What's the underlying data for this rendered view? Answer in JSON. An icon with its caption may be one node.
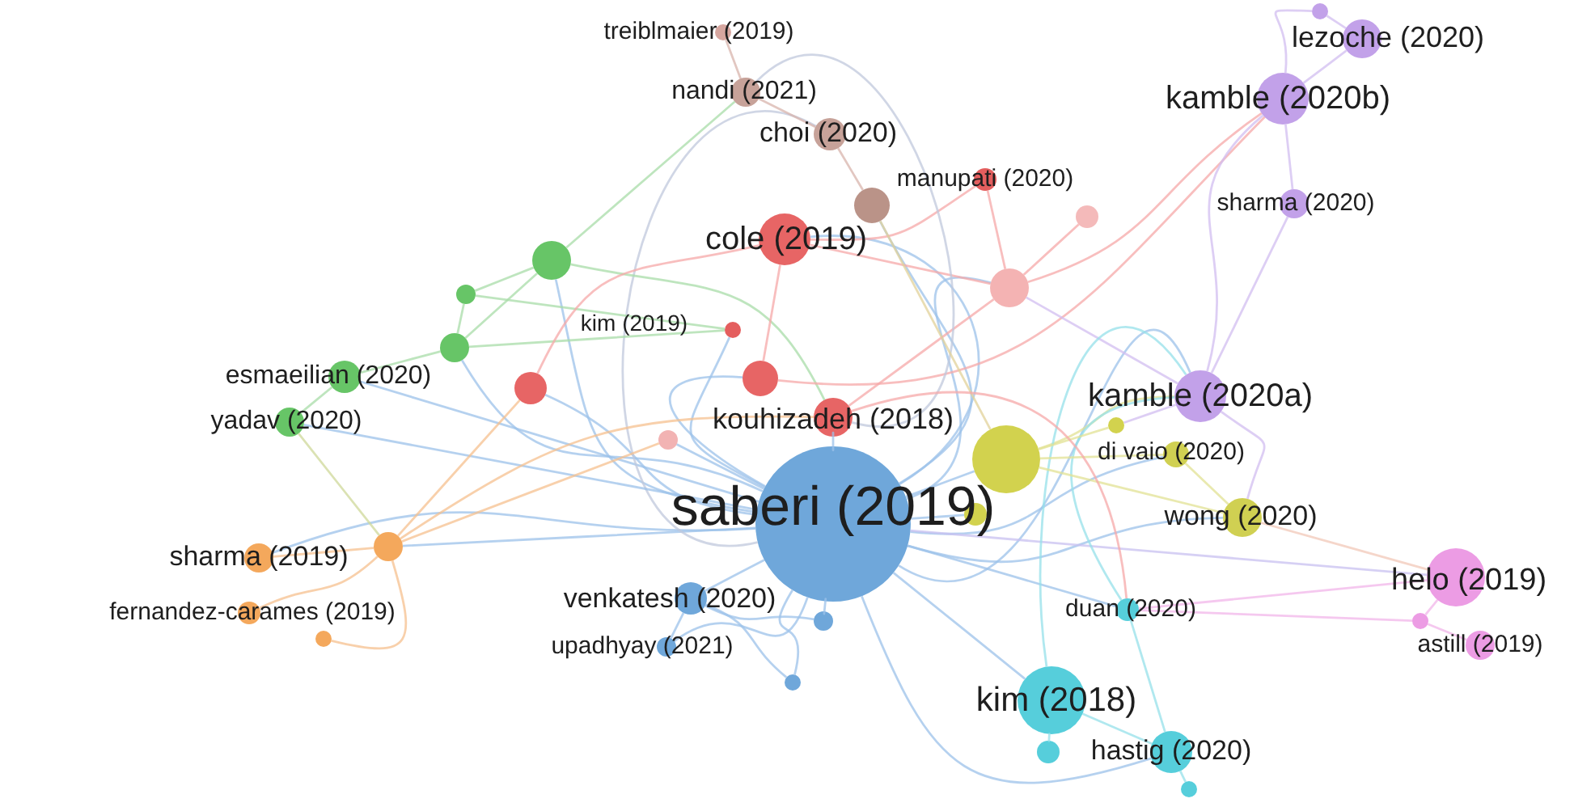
{
  "diagram": {
    "nodes": [
      {
        "text": [
          "treiblmaier (2019)"
        ]
      },
      {
        "text": [
          "nandi (2021)"
        ]
      },
      {
        "text": [
          "choi (2020)"
        ]
      },
      {
        "text": [
          "manupati (2020)"
        ]
      },
      {
        "text": [
          "lezoche (2020)"
        ]
      },
      {
        "text": [
          "kamble (2020b)"
        ]
      },
      {
        "text": [
          "sharma (2020)"
        ]
      },
      {
        "text": [
          "cole (2019)"
        ]
      },
      {
        "text": [
          "kim (2019)"
        ]
      },
      {
        "text": [
          "esmaeilian (2020)"
        ]
      },
      {
        "text": [
          "yadav (2020)"
        ]
      },
      {
        "text": [
          "kouhizadeh (2018)"
        ]
      },
      {
        "text": [
          "kamble (2020a)"
        ]
      },
      {
        "text": [
          "di vaio (2020)"
        ]
      },
      {
        "text": [
          "saberi (2019)"
        ]
      },
      {
        "text": [
          "wong (2020)"
        ]
      },
      {
        "text": [
          "sharma (2019)"
        ]
      },
      {
        "text": [
          "helo (2019)"
        ]
      },
      {
        "text": [
          "fernandez-carames (2019)"
        ]
      },
      {
        "text": [
          "venkatesh (2020)"
        ]
      },
      {
        "text": [
          "duan (2020)"
        ]
      },
      {
        "text": [
          "astill (2019)"
        ]
      },
      {
        "text": [
          "upadhyay (2021)"
        ]
      },
      {
        "text": [
          "kim (2018)"
        ]
      },
      {
        "text": [
          "hastig (2020)"
        ]
      },
      {
        "text": [],
        "shape": "circle"
      },
      {
        "text": [],
        "shape": "circle"
      },
      {
        "text": [],
        "shape": "circle"
      },
      {
        "text": [],
        "shape": "circle"
      },
      {
        "text": [],
        "shape": "circle"
      },
      {
        "text": [],
        "shape": "circle"
      },
      {
        "text": [],
        "shape": "circle"
      },
      {
        "text": [],
        "shape": "circle"
      },
      {
        "text": [],
        "shape": "circle"
      },
      {
        "text": [],
        "shape": "circle"
      },
      {
        "text": [],
        "shape": "circle"
      },
      {
        "text": [],
        "shape": "circle"
      },
      {
        "text": [],
        "shape": "circle"
      },
      {
        "text": [],
        "shape": "circle"
      },
      {
        "text": [],
        "shape": "circle"
      },
      {
        "text": [],
        "shape": "circle"
      },
      {
        "text": [],
        "shape": "circle"
      },
      {
        "text": [],
        "shape": "circle"
      },
      {
        "text": [],
        "shape": "circle"
      },
      {
        "text": [],
        "shape": "circle"
      }
    ],
    "edges": [
      {
        "from": 14,
        "to": 11,
        "arrow": "none",
        "color": "#9cc2ea"
      },
      {
        "from": 14,
        "to": 7,
        "arrow": "none",
        "color": "#9cc2ea"
      },
      {
        "from": 14,
        "to": 19,
        "arrow": "none",
        "color": "#9cc2ea"
      },
      {
        "from": 14,
        "to": 22,
        "arrow": "none",
        "color": "#9cc2ea"
      },
      {
        "from": 14,
        "to": 23,
        "arrow": "none",
        "color": "#9cc2ea"
      },
      {
        "from": 14,
        "to": 20,
        "arrow": "none",
        "color": "#9cc2ea"
      },
      {
        "from": 14,
        "to": 15,
        "arrow": "none",
        "color": "#9cc2ea"
      },
      {
        "from": 14,
        "to": 12,
        "arrow": "none",
        "color": "#9cc2ea"
      },
      {
        "from": 14,
        "to": 34,
        "arrow": "none",
        "color": "#9cc2ea"
      },
      {
        "from": 14,
        "to": 35,
        "arrow": "none",
        "color": "#9cc2ea"
      },
      {
        "from": 14,
        "to": 13,
        "arrow": "none",
        "color": "#9cc2ea"
      },
      {
        "from": 14,
        "to": 16,
        "arrow": "none",
        "color": "#9cc2ea"
      },
      {
        "from": 14,
        "to": 37,
        "arrow": "none",
        "color": "#9cc2ea"
      },
      {
        "from": 14,
        "to": 9,
        "arrow": "none",
        "color": "#9cc2ea"
      },
      {
        "from": 14,
        "to": 27,
        "arrow": "none",
        "color": "#9cc2ea"
      },
      {
        "from": 14,
        "to": 25,
        "arrow": "none",
        "color": "#9cc2ea"
      },
      {
        "from": 14,
        "to": 28,
        "arrow": "none",
        "color": "#9cc2ea"
      },
      {
        "from": 14,
        "to": 29,
        "arrow": "none",
        "color": "#9cc2ea"
      },
      {
        "from": 14,
        "to": 30,
        "arrow": "none",
        "color": "#9cc2ea"
      },
      {
        "from": 14,
        "to": 31,
        "arrow": "none",
        "color": "#9cc2ea"
      },
      {
        "from": 14,
        "to": 24,
        "arrow": "none",
        "color": "#9cc2ea"
      },
      {
        "from": 14,
        "to": 39,
        "arrow": "none",
        "color": "#9cc2ea"
      },
      {
        "from": 14,
        "to": 40,
        "arrow": "none",
        "color": "#9cc2ea"
      },
      {
        "from": 14,
        "to": 17,
        "arrow": "none",
        "color": "#c8c0f0"
      },
      {
        "from": 14,
        "to": 2,
        "arrow": "none",
        "color": "#c0c8dc"
      },
      {
        "from": 14,
        "to": 33,
        "arrow": "none",
        "color": "#9cc2ea"
      },
      {
        "from": 14,
        "to": 8,
        "arrow": "none",
        "color": "#9cc2ea"
      },
      {
        "from": 14,
        "to": 10,
        "arrow": "none",
        "color": "#9cc2ea"
      },
      {
        "from": 37,
        "to": 16,
        "arrow": "none",
        "color": "#f6c08f"
      },
      {
        "from": 37,
        "to": 18,
        "arrow": "none",
        "color": "#f6c08f"
      },
      {
        "from": 37,
        "to": 38,
        "arrow": "none",
        "color": "#f6c08f"
      },
      {
        "from": 37,
        "to": 10,
        "arrow": "none",
        "color": "#cfd89a"
      },
      {
        "from": 37,
        "to": 28,
        "arrow": "none",
        "color": "#f6c08f"
      },
      {
        "from": 37,
        "to": 11,
        "arrow": "none",
        "color": "#f6c08f"
      },
      {
        "from": 37,
        "to": 30,
        "arrow": "none",
        "color": "#f6c08f"
      },
      {
        "from": 25,
        "to": 1,
        "arrow": "none",
        "color": "#a8dca8"
      },
      {
        "from": 25,
        "to": 26,
        "arrow": "none",
        "color": "#a8dca8"
      },
      {
        "from": 25,
        "to": 27,
        "arrow": "none",
        "color": "#a8dca8"
      },
      {
        "from": 25,
        "to": 11,
        "arrow": "none",
        "color": "#a8dca8"
      },
      {
        "from": 27,
        "to": 9,
        "arrow": "none",
        "color": "#a8dca8"
      },
      {
        "from": 27,
        "to": 26,
        "arrow": "none",
        "color": "#a8dca8"
      },
      {
        "from": 27,
        "to": 8,
        "arrow": "none",
        "color": "#a8dca8"
      },
      {
        "from": 26,
        "to": 8,
        "arrow": "none",
        "color": "#a8dca8"
      },
      {
        "from": 9,
        "to": 10,
        "arrow": "none",
        "color": "#a8dca8"
      },
      {
        "from": 7,
        "to": 31,
        "arrow": "none",
        "color": "#f5a8a8"
      },
      {
        "from": 7,
        "to": 29,
        "arrow": "none",
        "color": "#f5a8a8"
      },
      {
        "from": 7,
        "to": 3,
        "arrow": "none",
        "color": "#f5a8a8"
      },
      {
        "from": 7,
        "to": 28,
        "arrow": "none",
        "color": "#f5a8a8"
      },
      {
        "from": 3,
        "to": 31,
        "arrow": "none",
        "color": "#f5a8a8"
      },
      {
        "from": 29,
        "to": 5,
        "arrow": "none",
        "color": "#f5a8a8"
      },
      {
        "from": 31,
        "to": 32,
        "arrow": "none",
        "color": "#f5a8a8"
      },
      {
        "from": 31,
        "to": 5,
        "arrow": "none",
        "color": "#f5a8a8"
      },
      {
        "from": 31,
        "to": 12,
        "arrow": "none",
        "color": "#d2bdf0"
      },
      {
        "from": 31,
        "to": 11,
        "arrow": "none",
        "color": "#f5a8a8"
      },
      {
        "from": 0,
        "to": 1,
        "arrow": "none",
        "color": "#d8b4ac"
      },
      {
        "from": 1,
        "to": 2,
        "arrow": "none",
        "color": "#d8b4ac"
      },
      {
        "from": 2,
        "to": 33,
        "arrow": "none",
        "color": "#d8b4ac"
      },
      {
        "from": 1,
        "to": 11,
        "arrow": "none",
        "color": "#c0c8dc"
      },
      {
        "from": 33,
        "to": 34,
        "arrow": "none",
        "color": "#e2d29a"
      },
      {
        "from": 5,
        "to": 4,
        "arrow": "none",
        "color": "#d2bdf0"
      },
      {
        "from": 5,
        "to": 44,
        "arrow": "none",
        "color": "#d2bdf0"
      },
      {
        "from": 4,
        "to": 44,
        "arrow": "none",
        "color": "#d2bdf0"
      },
      {
        "from": 5,
        "to": 6,
        "arrow": "none",
        "color": "#d2bdf0"
      },
      {
        "from": 6,
        "to": 12,
        "arrow": "none",
        "color": "#d2bdf0"
      },
      {
        "from": 5,
        "to": 12,
        "arrow": "none",
        "color": "#d2bdf0"
      },
      {
        "from": 12,
        "to": 36,
        "arrow": "none",
        "color": "#d2bdf0"
      },
      {
        "from": 12,
        "to": 34,
        "arrow": "none",
        "color": "#e2e294"
      },
      {
        "from": 12,
        "to": 15,
        "arrow": "none",
        "color": "#d2bdf0"
      },
      {
        "from": 12,
        "to": 20,
        "arrow": "none",
        "color": "#96e0ea"
      },
      {
        "from": 12,
        "to": 23,
        "arrow": "none",
        "color": "#96e0ea"
      },
      {
        "from": 34,
        "to": 36,
        "arrow": "none",
        "color": "#e2e294"
      },
      {
        "from": 34,
        "to": 15,
        "arrow": "none",
        "color": "#e2e294"
      },
      {
        "from": 13,
        "to": 34,
        "arrow": "none",
        "color": "#e2e294"
      },
      {
        "from": 15,
        "to": 13,
        "arrow": "none",
        "color": "#e2e294"
      },
      {
        "from": 15,
        "to": 17,
        "arrow": "none",
        "color": "#f2c8b8"
      },
      {
        "from": 20,
        "to": 17,
        "arrow": "none",
        "color": "#f2b6ea"
      },
      {
        "from": 20,
        "to": 43,
        "arrow": "none",
        "color": "#f2b6ea"
      },
      {
        "from": 43,
        "to": 21,
        "arrow": "none",
        "color": "#f2b6ea"
      },
      {
        "from": 43,
        "to": 17,
        "arrow": "none",
        "color": "#f2b6ea"
      },
      {
        "from": 20,
        "to": 24,
        "arrow": "none",
        "color": "#96e0ea"
      },
      {
        "from": 23,
        "to": 41,
        "arrow": "none",
        "color": "#96e0ea"
      },
      {
        "from": 23,
        "to": 24,
        "arrow": "none",
        "color": "#96e0ea"
      },
      {
        "from": 24,
        "to": 42,
        "arrow": "none",
        "color": "#96e0ea"
      },
      {
        "from": 11,
        "to": 20,
        "arrow": "none",
        "color": "#f5a8a8"
      },
      {
        "from": 19,
        "to": 22,
        "arrow": "none",
        "color": "#9cc2ea"
      },
      {
        "from": 19,
        "to": 39,
        "arrow": "none",
        "color": "#9cc2ea"
      },
      {
        "from": 19,
        "to": 40,
        "arrow": "none",
        "color": "#9cc2ea"
      }
    ]
  }
}
